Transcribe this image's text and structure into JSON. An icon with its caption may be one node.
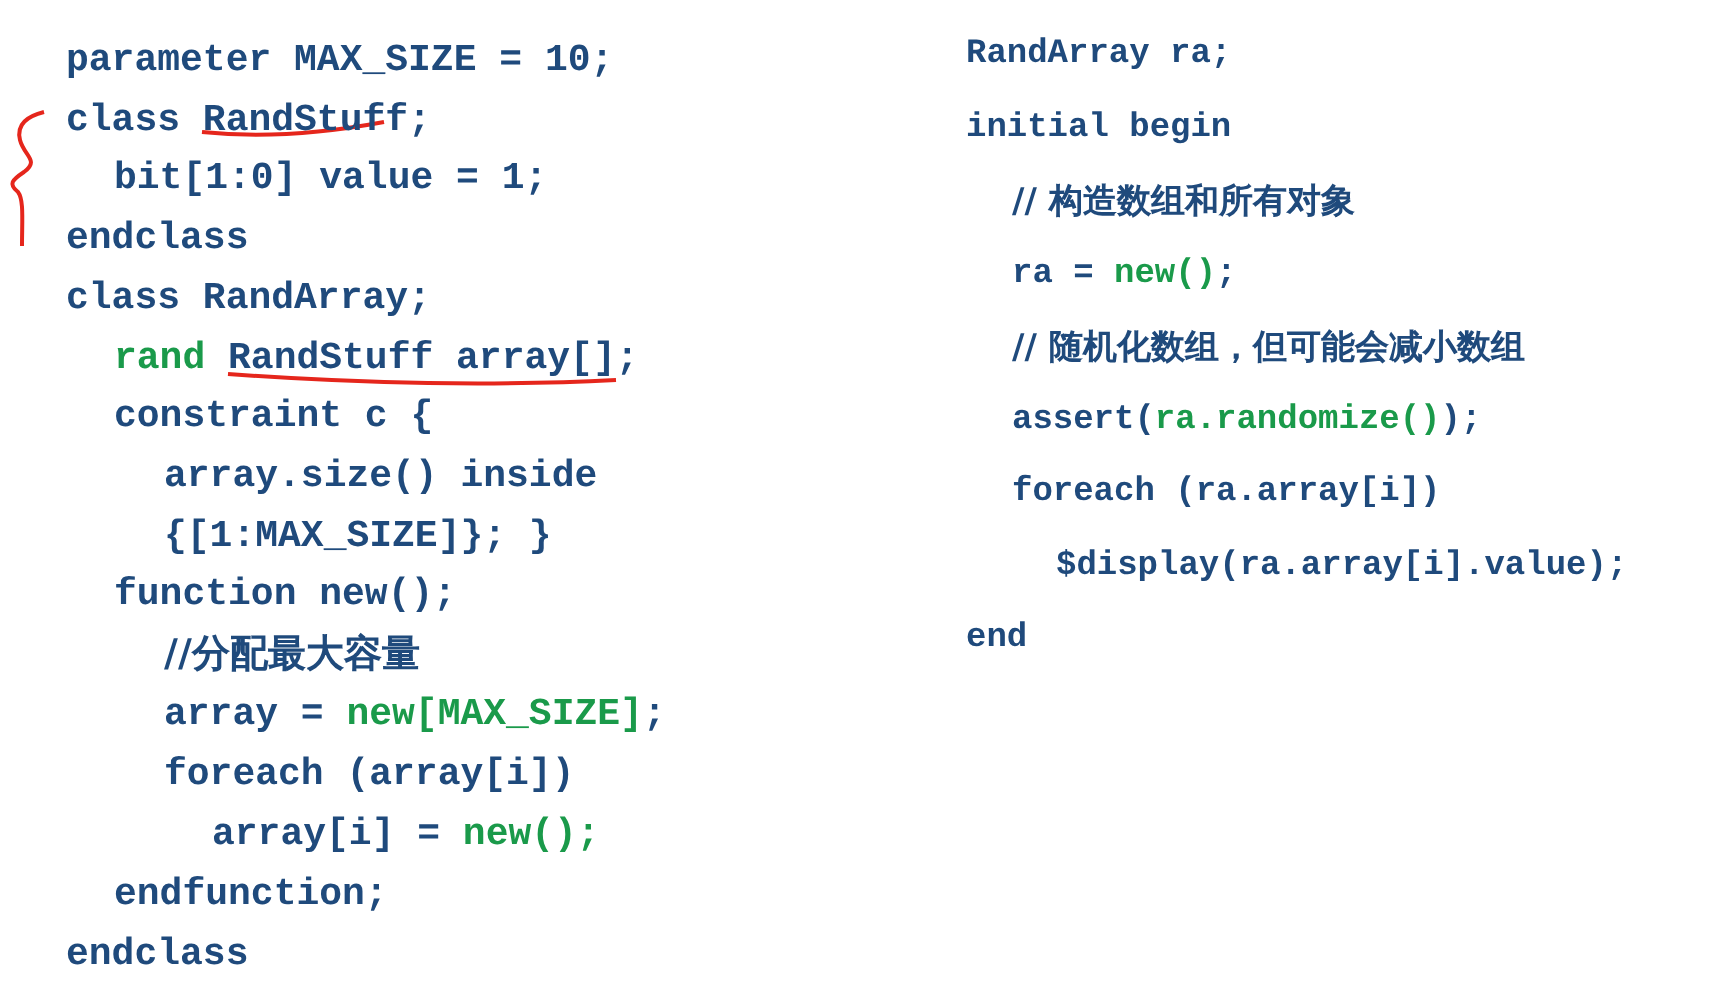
{
  "diagram": {
    "labels": [
      "parameter MAX_SIZE = 10;",
      "class RandStuff;",
      "bit[1:0] value = 1;",
      "endclass",
      "class RandArray;",
      "rand RandStuff array[];",
      "constraint c {",
      "array.size() inside",
      "{[1:MAX_SIZE]}; }",
      "function new();",
      "//分配最大容量",
      "array = new[MAX_SIZE];",
      "foreach (array[i])",
      "array[i] = new();",
      "endfunction;",
      "endclass",
      "RandArray ra;",
      "initial begin",
      "// 构造数组和所有对象",
      "ra = new();",
      "// 随机化数组，但可能会减小数组",
      "assert(ra.randomize());",
      "foreach (ra.array[i])",
      "$display(ra.array[i].value);",
      "end"
    ]
  }
}
